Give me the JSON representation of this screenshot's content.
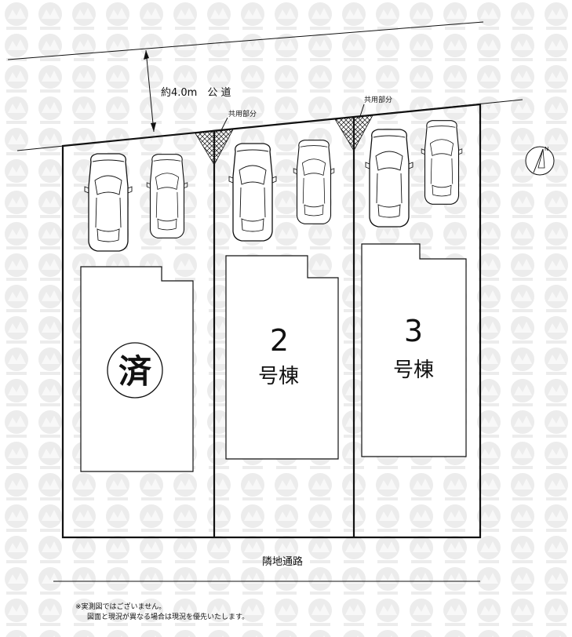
{
  "road": {
    "label": "約4.0m　公 道"
  },
  "common_areas": [
    {
      "label": "共用部分"
    },
    {
      "label": "共用部分"
    }
  ],
  "lots": [
    {
      "status_mark": "済",
      "name": ""
    },
    {
      "number": "2",
      "name": "号棟"
    },
    {
      "number": "3",
      "name": "号棟"
    }
  ],
  "north": {
    "label": "N"
  },
  "adjacent": {
    "label": "隣地通路"
  },
  "notes": {
    "line1": "※実測図ではございません。",
    "line2": "図面と現況が異なる場合は現況を優先いたします。"
  },
  "colors": {
    "line": "#111111",
    "watermark": "#e8e8e8",
    "background": "#ffffff"
  }
}
